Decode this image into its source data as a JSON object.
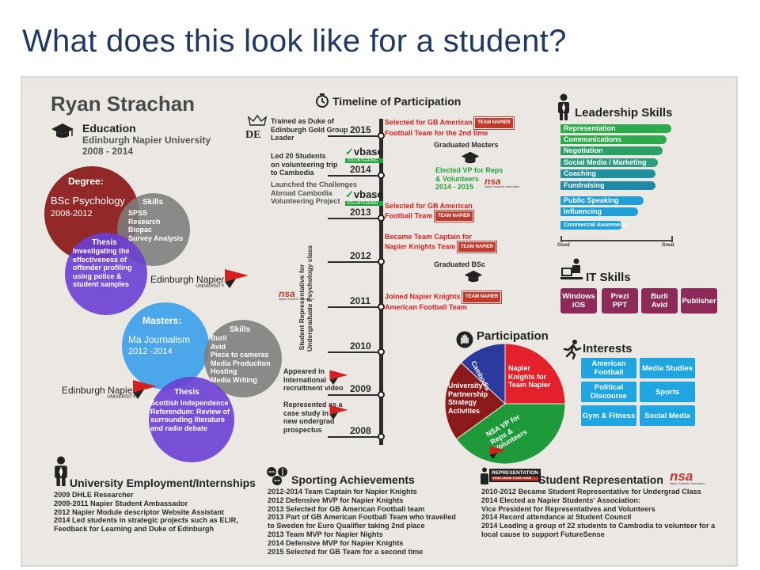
{
  "slide": {
    "title": "What does this look like for a student?"
  },
  "name": "Ryan Strachan",
  "education": {
    "heading": "Education",
    "lines": [
      "Edinburgh Napier University",
      "2008 - 2014"
    ]
  },
  "degree": {
    "heading": "Degree:",
    "subject": "BSc Psychology",
    "years": "2008-2012"
  },
  "skills1": {
    "heading": "Skills",
    "items": [
      "SPSS",
      "Research",
      "Biopac",
      "Survey Analysis"
    ]
  },
  "thesis1": {
    "heading": "Thesis",
    "lines": [
      "Investigating the",
      "effectiveness of",
      "offender profiling",
      "using police &",
      "student samples"
    ]
  },
  "logo": {
    "name": "Edinburgh Napier",
    "sub": "UNIVERSITY"
  },
  "masters": {
    "heading": "Masters:",
    "subject": "Ma Journalism",
    "years": "2012 -2014"
  },
  "skills2": {
    "heading": "Skills",
    "items": [
      "Burli",
      "Avid",
      "Piece to cameras",
      "Media Production",
      "Hosting",
      "Media Writing"
    ]
  },
  "thesis2": {
    "heading": "Thesis",
    "lines": [
      "Scottish Independence",
      "Referendum: Review of",
      "surrounding literature",
      "and radio debate"
    ]
  },
  "timeline": {
    "heading": "Timeline of Participation",
    "years": [
      "2015",
      "2014",
      "2013",
      "2012",
      "2011",
      "2010",
      "2009",
      "2008"
    ],
    "vertical_label": [
      "Student Representative for",
      "Undergraduate Psychology class"
    ],
    "left_events": [
      {
        "lines": [
          "Trained as Duke of",
          "Edinburgh Gold Group",
          "Leader"
        ]
      },
      {
        "lines": [
          "Led 20 Students",
          "on volunteering trip",
          "to Cambodia"
        ]
      },
      {
        "lines": [
          "Launched the Challenges",
          "Abroad Cambodia",
          "Volunteering Project"
        ]
      },
      {
        "lines": [
          "Appeared in",
          "International",
          "recruitment video"
        ]
      },
      {
        "lines": [
          "Represented as a",
          "case study in",
          "new undergrad",
          "prospectus"
        ]
      }
    ],
    "right_events": [
      {
        "lines": [
          "Selected for GB American",
          "Football Team for the 2nd time"
        ],
        "color": "red"
      },
      {
        "lines": [
          "Graduated Masters"
        ],
        "color": "dark"
      },
      {
        "lines": [
          "Elected VP for Reps",
          "& Volunteers",
          "2014 - 2015"
        ],
        "color": "green"
      },
      {
        "lines": [
          "Selected for GB American",
          "Football Team"
        ],
        "color": "red"
      },
      {
        "lines": [
          "Became Team Captain for",
          "Napier Knights Team"
        ],
        "color": "red"
      },
      {
        "lines": [
          "Graduated BSc"
        ],
        "color": "dark"
      },
      {
        "lines": [
          "Joined Napier Knights",
          "American Football Team"
        ],
        "color": "red"
      }
    ],
    "team_badge": "TEAM NAPIER",
    "vbase": "vbase",
    "vbase_sub": "VOLUNTEERING",
    "de_label": "DE",
    "nsa_label": "nsa",
    "nsa_sub": "Napier Students' Association"
  },
  "leadership": {
    "heading": "Leadership Skills",
    "skills": [
      {
        "label": "Representation",
        "level": 0.93,
        "color": "#2bab4a"
      },
      {
        "label": "Communications",
        "level": 0.89,
        "color": "#2bab4a"
      },
      {
        "label": "Negotiation",
        "level": 0.86,
        "color": "#2a9f66"
      },
      {
        "label": "Social Media / Marketing",
        "level": 0.82,
        "color": "#2a9c80"
      },
      {
        "label": "Coaching",
        "level": 0.8,
        "color": "#23909e"
      },
      {
        "label": "Fundraising",
        "level": 0.8,
        "color": "#1f8aa5"
      },
      {
        "label": "Public Speaking",
        "level": 0.7,
        "color": "#1fa0d8"
      },
      {
        "label": "Influencing",
        "level": 0.65,
        "color": "#1fa0d8"
      },
      {
        "label": "Commercial Awareness",
        "level": 0.52,
        "color": "#1fa0d8"
      }
    ],
    "scale_low": "Good",
    "scale_high": "Great"
  },
  "it_skills": {
    "heading": "IT Skills",
    "tiles": [
      "Windows iOS",
      "Prezi PPT",
      "Burli Avid",
      "Publisher"
    ]
  },
  "participation": {
    "heading": "Participation",
    "slices": [
      {
        "label": "Napier Knights for Team Napier",
        "value": 25,
        "color": "#e4202a"
      },
      {
        "label": "NSA VP for Reps & Volunteers",
        "value": 40,
        "color": "#1f9a3a"
      },
      {
        "label": "University Partnership Strategy Activities",
        "value": 22,
        "color": "#8b1a1a"
      },
      {
        "label": "Cambodia",
        "value": 13,
        "color": "#2b3a9c"
      }
    ]
  },
  "interests": {
    "heading": "Interests",
    "tiles": [
      "American Football",
      "Media Studies",
      "Political Discourse",
      "Sports",
      "Gym & Fitness",
      "Social Media"
    ]
  },
  "employment": {
    "heading": "University Employment/Internships",
    "lines": [
      "2009 DHLE Researcher",
      "2009-2011 Napier Student Ambassador",
      "2012 Napier Module descriptor Website Assistant",
      "2014 Led students in strategic projects such as ELIR,",
      "Feedback for Learning and Duke of Edinburgh"
    ]
  },
  "sporting": {
    "heading": "Sporting Achievements",
    "lines": [
      "2012-2014 Team Captain for Napier Knights",
      "2012 Defensive MVP for Napier Knights",
      "2013 Selected for GB American Football team",
      "2013 Part of GB American Football Team who travelled",
      "to Sweden for Euro Qualifier taking 2nd place",
      "2013 Team MVP for Napier Nights",
      "2014 Defensive MVP for Napier Knights",
      "2015 Selected for GB Team for a second time"
    ]
  },
  "representation": {
    "heading": "Student Representation",
    "badge": "REPRESENTATION",
    "badge_sub": "YOUR UNION YOUR VOICE",
    "lines": [
      "2010-2012 Became Student Representative for Undergrad Class",
      "2014 Elected as Napier Students' Association:",
      "Vice President for Representatives and Volunteers",
      "2014 Record attendance at Student Council",
      "2014 Leading a group of 22 students to Cambodia to volunteer for a",
      "local cause to support FutureSense"
    ]
  },
  "colors": {
    "title": "#1f3864",
    "poster_bg": "#ebe8e4",
    "degree": "#8b1a1a",
    "skills": "#7c7c7c",
    "thesis": "#6a3fd3",
    "masters": "#3aa0ea",
    "tile_purple": "#8c2a5a",
    "tile_blue": "#1fa5e0"
  }
}
